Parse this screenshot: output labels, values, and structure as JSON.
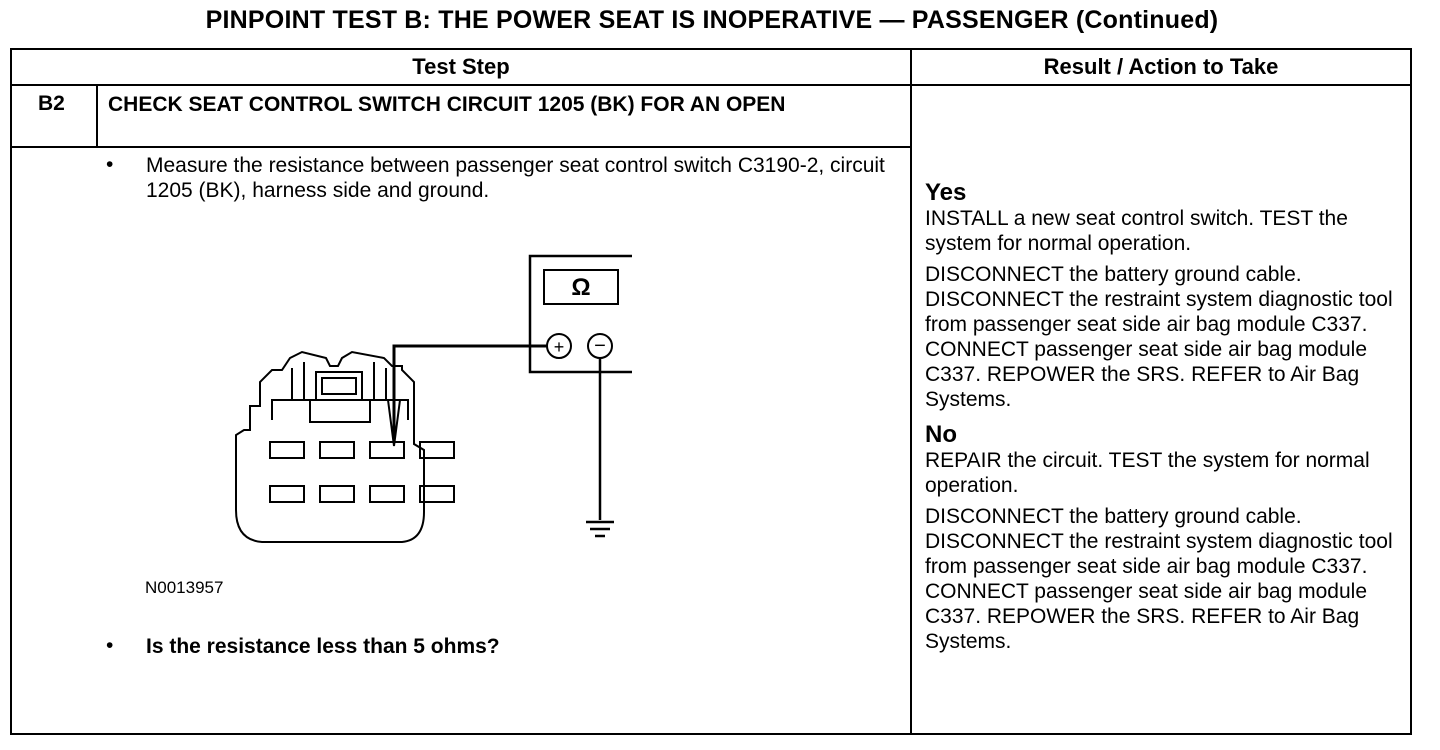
{
  "page_title": "PINPOINT TEST  B: THE POWER SEAT IS INOPERATIVE — PASSENGER (Continued)",
  "table": {
    "col_test_step": "Test Step",
    "col_result": "Result / Action to Take"
  },
  "step": {
    "id": "B2",
    "title": "CHECK SEAT CONTROL SWITCH CIRCUIT 1205 (BK) FOR AN OPEN",
    "bullet_symbol": "•",
    "instruction": "Measure the resistance between passenger seat control switch C3190-2, circuit 1205 (BK), harness side and ground.",
    "figure_id": "N0013957",
    "meter_symbol": "Ω",
    "question": "Is the resistance less than 5 ohms?"
  },
  "result": {
    "yes_label": "Yes",
    "yes_action_1": "INSTALL a new seat control switch. TEST the system for normal operation.",
    "yes_action_2": "DISCONNECT the battery ground cable. DISCONNECT the restraint system diagnostic tool from passenger seat side air bag module C337. CONNECT passenger seat side air bag module C337. REPOWER the SRS. REFER to Air Bag Systems.",
    "no_label": "No",
    "no_action_1": "REPAIR the circuit. TEST the system for normal operation.",
    "no_action_2": "DISCONNECT the battery ground cable. DISCONNECT the restraint system diagnostic tool from passenger seat side air bag module C337. CONNECT passenger seat side air bag module C337. REPOWER the SRS. REFER to Air Bag Systems."
  }
}
